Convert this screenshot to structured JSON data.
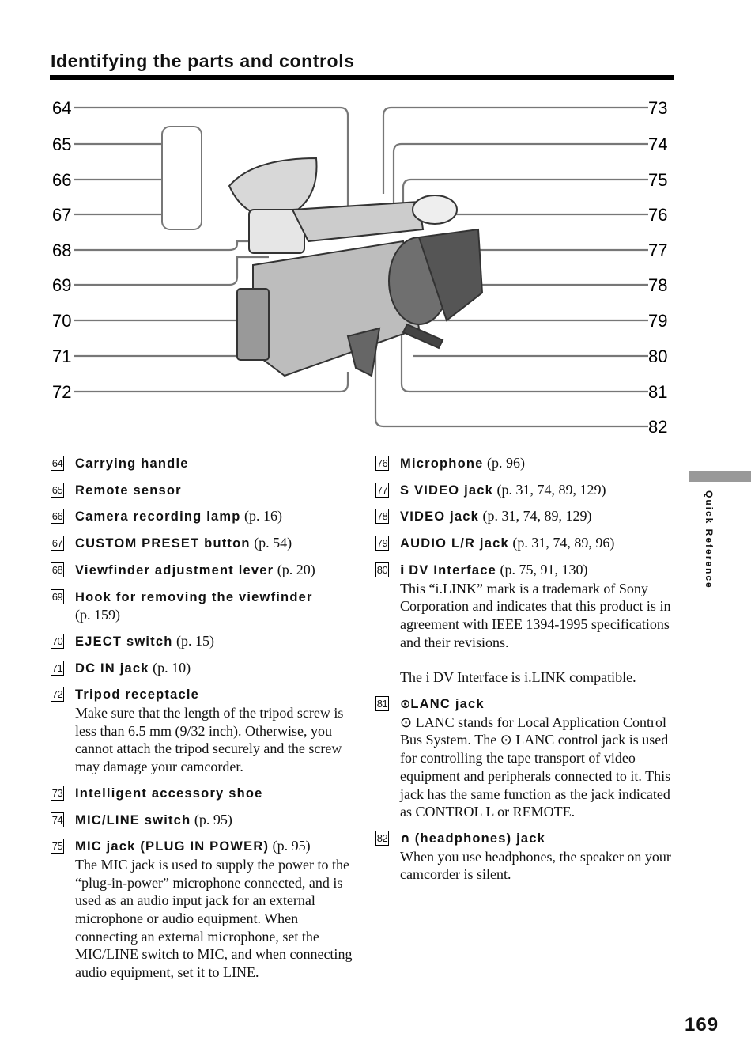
{
  "header": {
    "title": "Identifying the parts and controls"
  },
  "callouts_left": [
    "64",
    "65",
    "66",
    "67",
    "68",
    "69",
    "70",
    "71",
    "72"
  ],
  "callouts_right": [
    "73",
    "74",
    "75",
    "76",
    "77",
    "78",
    "79",
    "80",
    "81",
    "82"
  ],
  "left_items": [
    {
      "num": "64",
      "term": "Carrying handle",
      "ref": "",
      "desc": ""
    },
    {
      "num": "65",
      "term": "Remote sensor",
      "ref": "",
      "desc": ""
    },
    {
      "num": "66",
      "term": "Camera recording lamp",
      "ref": " (p. 16)",
      "desc": ""
    },
    {
      "num": "67",
      "term": "CUSTOM PRESET button",
      "ref": " (p. 54)",
      "desc": ""
    },
    {
      "num": "68",
      "term": "Viewfinder adjustment lever",
      "ref": " (p. 20)",
      "desc": ""
    },
    {
      "num": "69",
      "term": "Hook for removing the viewfinder",
      "ref": "(p. 159)",
      "desc": ""
    },
    {
      "num": "70",
      "term": "EJECT switch",
      "ref": " (p. 15)",
      "desc": ""
    },
    {
      "num": "71",
      "term": "DC IN jack",
      "ref": " (p. 10)",
      "desc": ""
    },
    {
      "num": "72",
      "term": "Tripod receptacle",
      "ref": "",
      "desc": "Make sure that the length of the tripod screw is less than 6.5 mm (9/32 inch). Otherwise, you cannot attach the tripod securely and the screw may damage your camcorder."
    },
    {
      "num": "73",
      "term": "Intelligent accessory shoe",
      "ref": "",
      "desc": ""
    },
    {
      "num": "74",
      "term": "MIC/LINE switch",
      "ref": " (p. 95)",
      "desc": ""
    },
    {
      "num": "75",
      "term": "MIC jack (PLUG IN POWER)",
      "ref": " (p. 95)",
      "desc": "The MIC jack is used to supply the power to the “plug-in-power” microphone connected, and is used as an audio input jack for an external microphone or audio equipment. When connecting an external microphone, set the MIC/LINE switch to MIC, and when connecting audio equipment, set it to LINE."
    }
  ],
  "right_items": [
    {
      "num": "76",
      "glyph": "",
      "term": "Microphone",
      "ref": " (p. 96)",
      "desc": "",
      "desc2": ""
    },
    {
      "num": "77",
      "glyph": "",
      "term": "S VIDEO jack",
      "ref": " (p. 31, 74, 89, 129)",
      "desc": "",
      "desc2": ""
    },
    {
      "num": "78",
      "glyph": "",
      "term": "VIDEO jack",
      "ref": " (p. 31, 74, 89, 129)",
      "desc": "",
      "desc2": ""
    },
    {
      "num": "79",
      "glyph": "",
      "term": "AUDIO L/R jack",
      "ref": " (p. 31, 74, 89, 96)",
      "desc": "",
      "desc2": ""
    },
    {
      "num": "80",
      "glyph": "i",
      "term": " DV Interface",
      "ref": " (p. 75, 91, 130)",
      "desc": "This “i.LINK” mark is a trademark of Sony Corporation and indicates that this product is in agreement with IEEE 1394-1995 specifications and their revisions.",
      "desc2": "The i DV Interface is i.LINK compatible."
    },
    {
      "num": "81",
      "glyph": "⊙",
      "term": "LANC jack",
      "ref": "",
      "desc": "⊙ LANC stands for Local Application Control Bus System. The ⊙ LANC control jack is used for controlling the tape transport of video equipment and peripherals connected to it. This jack has the same function as the jack indicated as CONTROL L or REMOTE.",
      "desc2": ""
    },
    {
      "num": "82",
      "glyph": "∩",
      "term": " (headphones) jack",
      "ref": "",
      "desc": "When you use headphones, the speaker on your camcorder is silent.",
      "desc2": ""
    }
  ],
  "sidebar": {
    "label": "Quick Reference"
  },
  "footer": {
    "page_number": "169"
  }
}
